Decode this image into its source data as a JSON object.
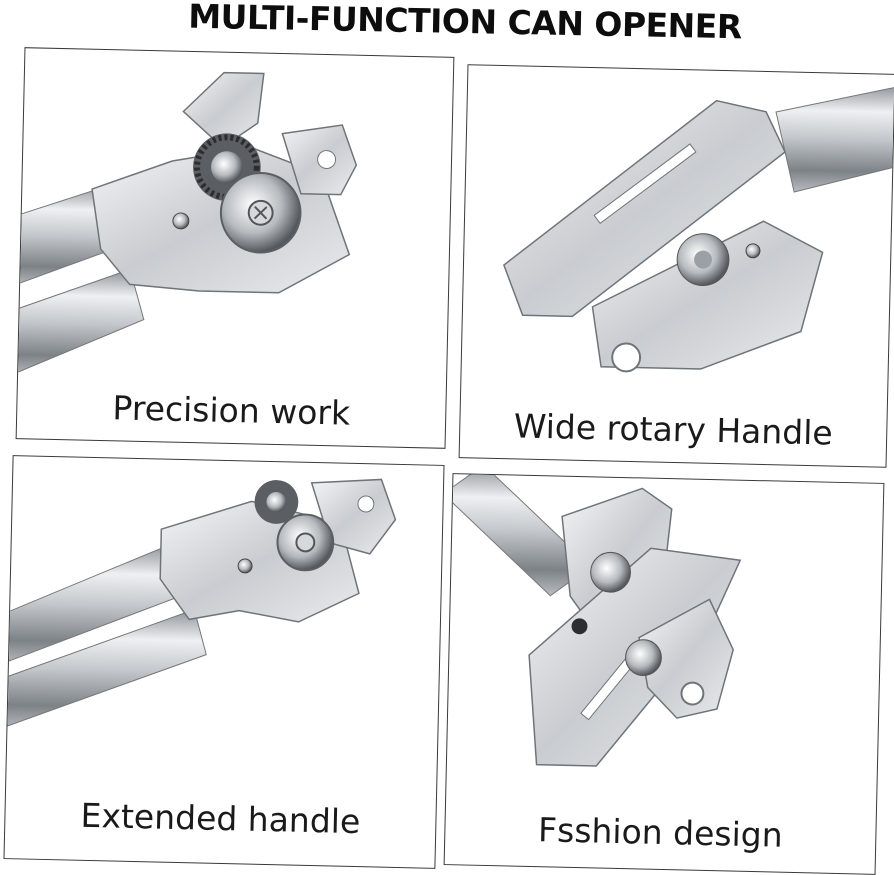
{
  "title": "MULTI-FUNCTION CAN OPENER",
  "panels": [
    {
      "caption": "Precision work"
    },
    {
      "caption": "Wide rotary Handle"
    },
    {
      "caption": "Extended handle"
    },
    {
      "caption": "Fsshion design"
    }
  ],
  "colors": {
    "steel_light": "#e6e8ea",
    "steel_mid": "#b9bdc1",
    "steel_dark": "#6f7479",
    "border": "#3a3a3a",
    "text": "#1a1a1a"
  }
}
